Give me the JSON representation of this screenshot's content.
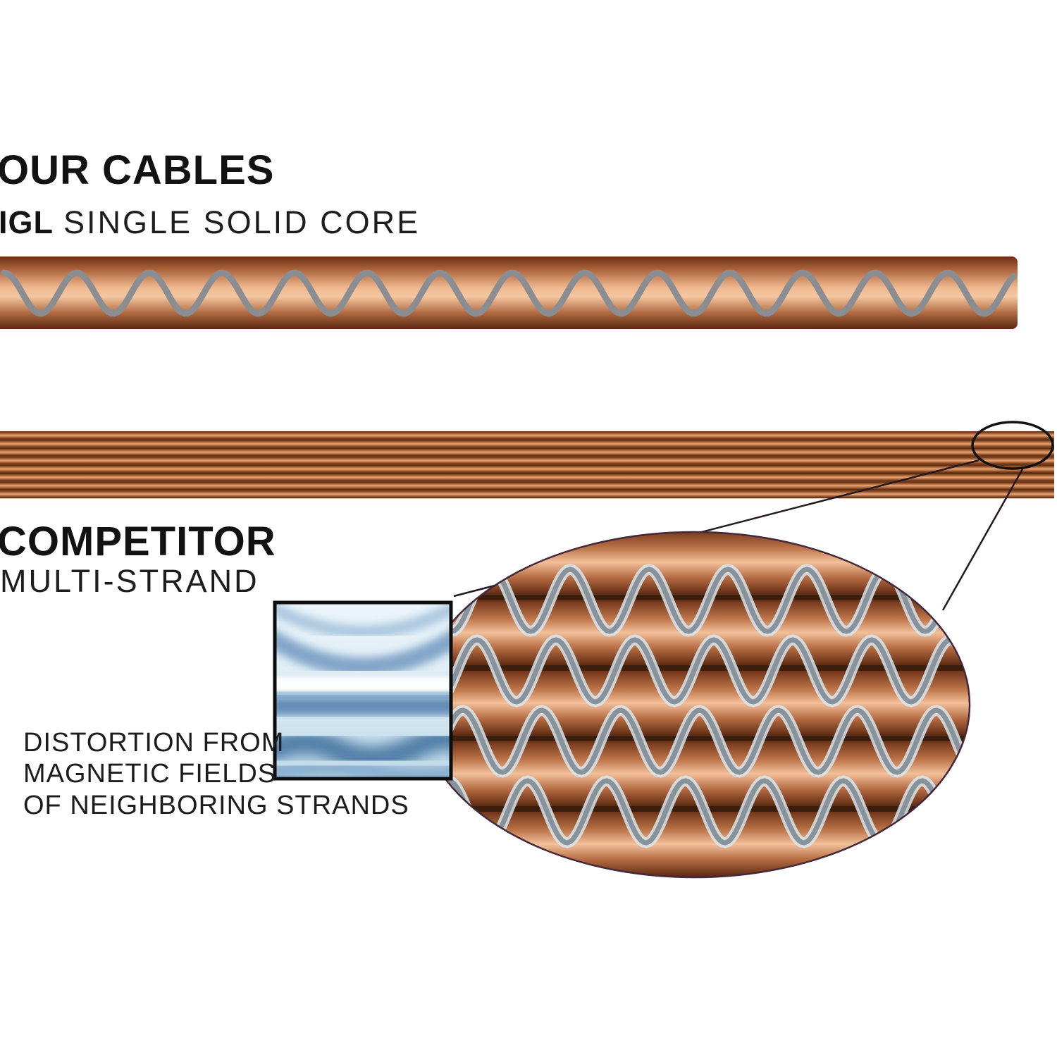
{
  "header": {
    "our_cables_title": "OUR CABLES",
    "brand": "IGL",
    "solid_core_label": "SINGLE SOLID CORE"
  },
  "competitor": {
    "title": "COMPETITOR",
    "type_label": "MULTI-STRAND"
  },
  "callout": {
    "lines": [
      "DISTORTION FROM",
      "MAGNETIC FIELDS",
      "OF NEIGHBORING STRANDS"
    ]
  },
  "colors": {
    "copper_dark": "#5e2a12",
    "copper_mid": "#b86a3e",
    "copper_light": "#f2c29c",
    "solid_wave_gray": "#8a8e92",
    "zoom_wave_core": "#87929a",
    "zoom_wave_glow": "#d8e6ee",
    "gap_brown": "#3c1e0d",
    "outline_dark": "#1d1420",
    "inset_blue": "#4a78a8"
  }
}
